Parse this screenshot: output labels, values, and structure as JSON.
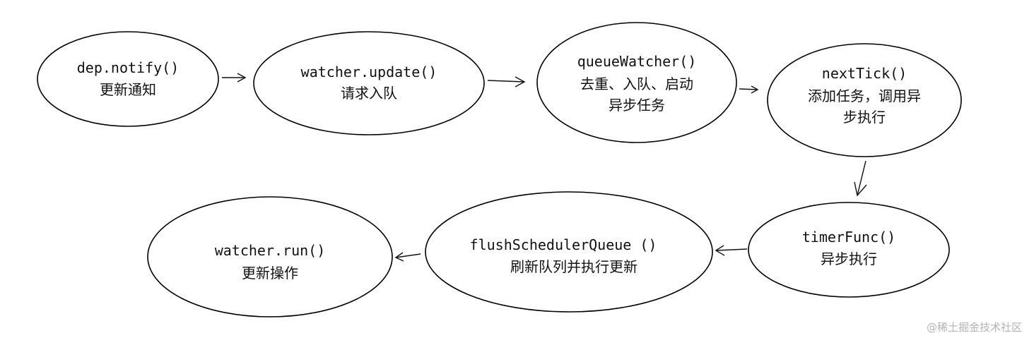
{
  "nodes": [
    {
      "code": "dep.notify()",
      "desc": [
        "更新通知"
      ]
    },
    {
      "code": "watcher.update()",
      "desc": [
        "请求入队"
      ]
    },
    {
      "code": "queueWatcher()",
      "desc": [
        "去重、入队、启动",
        "异步任务"
      ]
    },
    {
      "code": "nextTick()",
      "desc": [
        "添加任务，调用异",
        "步执行"
      ]
    },
    {
      "code": "timerFunc()",
      "desc": [
        "异步执行"
      ]
    },
    {
      "code": "flushSchedulerQueue ()",
      "desc": [
        "刷新队列并执行更新"
      ]
    },
    {
      "code": "watcher.run()",
      "desc": [
        "更新操作"
      ]
    }
  ],
  "edges": [
    {
      "from": 0,
      "to": 1
    },
    {
      "from": 1,
      "to": 2
    },
    {
      "from": 2,
      "to": 3
    },
    {
      "from": 3,
      "to": 4
    },
    {
      "from": 4,
      "to": 5
    },
    {
      "from": 5,
      "to": 6
    }
  ],
  "watermark": "@稀土掘金技术社区"
}
